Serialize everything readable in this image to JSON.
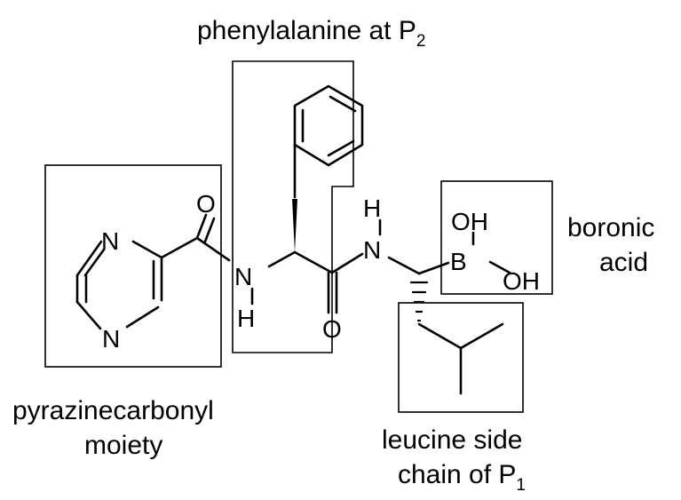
{
  "captions": {
    "phenylalanine": "phenylalanine at P",
    "phenylalanine_sub": "2",
    "boronic_line1": "boronic",
    "boronic_line2": "acid",
    "pyrazine_line1": "pyrazinecarbonyl",
    "pyrazine_line2": "moiety",
    "leucine_line1": "leucine side",
    "leucine_line2": "chain of P",
    "leucine_sub": "1"
  },
  "atoms": {
    "n_ring_top": "N",
    "n_ring_bottom": "N",
    "o_carbonyl_1": "O",
    "n_amide_1": "N",
    "h_amide_1": "H",
    "o_carbonyl_2": "O",
    "h_amide_2": "H",
    "n_amide_2": "N",
    "b_boron": "B",
    "oh_top": "OH",
    "oh_right": "OH"
  }
}
